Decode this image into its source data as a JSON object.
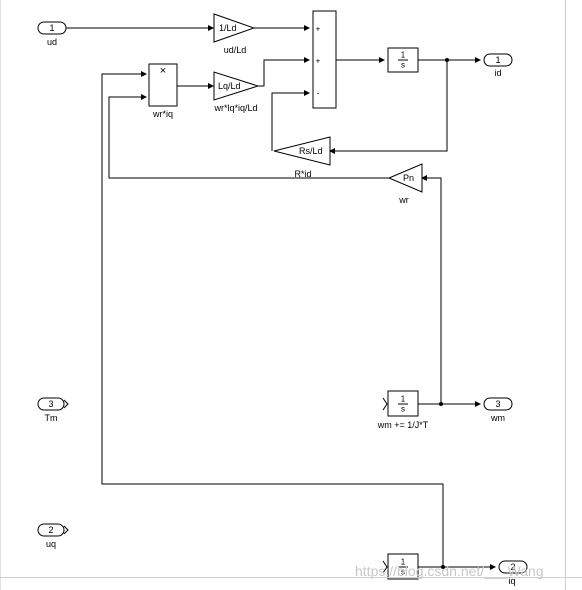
{
  "inports": [
    {
      "num": "1",
      "label": "ud"
    },
    {
      "num": "3",
      "label": "Tm"
    },
    {
      "num": "2",
      "label": "uq"
    }
  ],
  "outports": [
    {
      "num": "1",
      "label": "id"
    },
    {
      "num": "3",
      "label": "wm"
    },
    {
      "num": "2",
      "label": "iq"
    }
  ],
  "gains": {
    "g1": {
      "text": "1/Ld",
      "label": "ud/Ld"
    },
    "g2": {
      "text": "Lq/Ld",
      "label": "wr*lq*iq/Ld"
    },
    "g3": {
      "text": "Rs/Ld",
      "label": "R*id"
    },
    "g4": {
      "text": "Pn",
      "label": "wr"
    }
  },
  "product": {
    "symbol": "×",
    "label": "wr*iq"
  },
  "sum": {
    "signs": [
      "+",
      "+",
      "-"
    ]
  },
  "integrators": {
    "i1": {
      "num": "1",
      "den": "s",
      "label": ""
    },
    "i2": {
      "num": "1",
      "den": "s",
      "label": "wm += 1/J*T"
    },
    "i3": {
      "num": "1",
      "den": "s",
      "label": ""
    }
  },
  "watermark": "https://blog.csdn.net/___Wang"
}
